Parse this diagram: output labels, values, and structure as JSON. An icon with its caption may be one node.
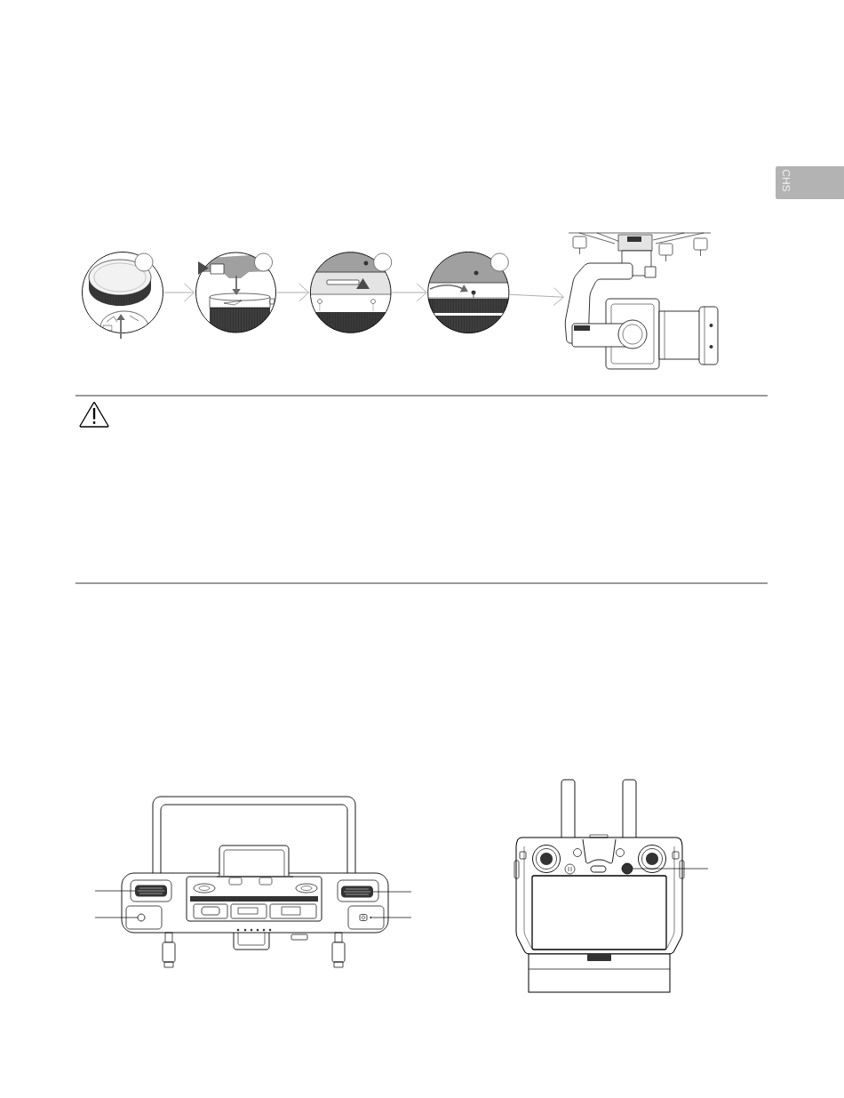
{
  "diagram": {
    "nodes": [
      {
        "text": [
          "CHS"
        ]
      },
      {
        "text": [],
        "shape": "picture"
      },
      {
        "text": [],
        "shape": "circle",
        "in": 1
      },
      {
        "text": [],
        "shape": "picture"
      },
      {
        "text": [],
        "shape": "circle",
        "in": 3
      },
      {
        "text": [],
        "shape": "picture"
      },
      {
        "text": [],
        "shape": "circle",
        "in": 5
      },
      {
        "text": [],
        "shape": "picture"
      },
      {
        "text": [],
        "shape": "circle",
        "in": 7
      },
      {
        "text": [],
        "shape": "picture"
      },
      {
        "text": [],
        "shape": "picture"
      },
      {
        "text": [],
        "shape": "picture",
        "in": 10
      },
      {
        "text": [],
        "shape": "picture",
        "in": 10
      },
      {
        "text": [],
        "shape": "circle",
        "in": 10
      },
      {
        "text": [],
        "shape": "picture",
        "in": 10
      },
      {
        "text": [],
        "shape": "picture"
      },
      {
        "text": [],
        "shape": "circle",
        "in": 15
      }
    ],
    "edges": [
      {
        "from": 1,
        "to": 3,
        "arrow": "to",
        "color": "#999999"
      },
      {
        "from": 3,
        "to": 5,
        "arrow": "to",
        "color": "#999999"
      },
      {
        "from": 5,
        "to": 7,
        "arrow": "to",
        "color": "#999999"
      },
      {
        "from": 7,
        "to": 9,
        "arrow": "to",
        "color": "#999999"
      },
      {
        "from": null,
        "to": 11,
        "arrow": "none"
      },
      {
        "from": null,
        "to": 13,
        "arrow": "none"
      },
      {
        "from": null,
        "to": 12,
        "arrow": "none"
      },
      {
        "from": null,
        "to": 14,
        "arrow": "none"
      },
      {
        "from": null,
        "to": 16,
        "arrow": "none"
      }
    ]
  }
}
